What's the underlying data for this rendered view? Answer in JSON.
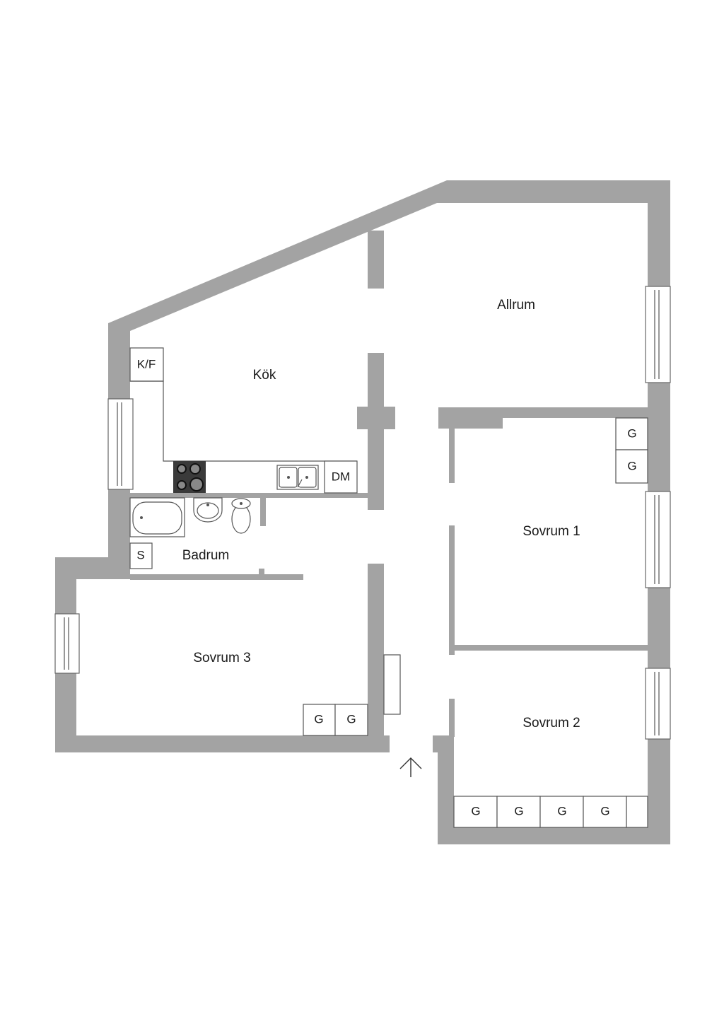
{
  "rooms": {
    "allrum": "Allrum",
    "kok": "Kök",
    "sovrum1": "Sovrum 1",
    "sovrum2": "Sovrum 2",
    "sovrum3": "Sovrum 3",
    "badrum": "Badrum"
  },
  "fixtures": {
    "fridge_freezer": "K/F",
    "dishwasher": "DM",
    "storage": "S",
    "wardrobe": "G"
  },
  "colors": {
    "wall": "#a3a3a3",
    "stove": "#3a3a3a",
    "background": "#ffffff"
  },
  "icons": {
    "entrance": "arrow-up-icon",
    "stove": "stove-icon",
    "sink": "double-sink-icon",
    "bathtub": "bathtub-icon",
    "washbasin": "washbasin-icon",
    "toilet": "toilet-icon"
  }
}
